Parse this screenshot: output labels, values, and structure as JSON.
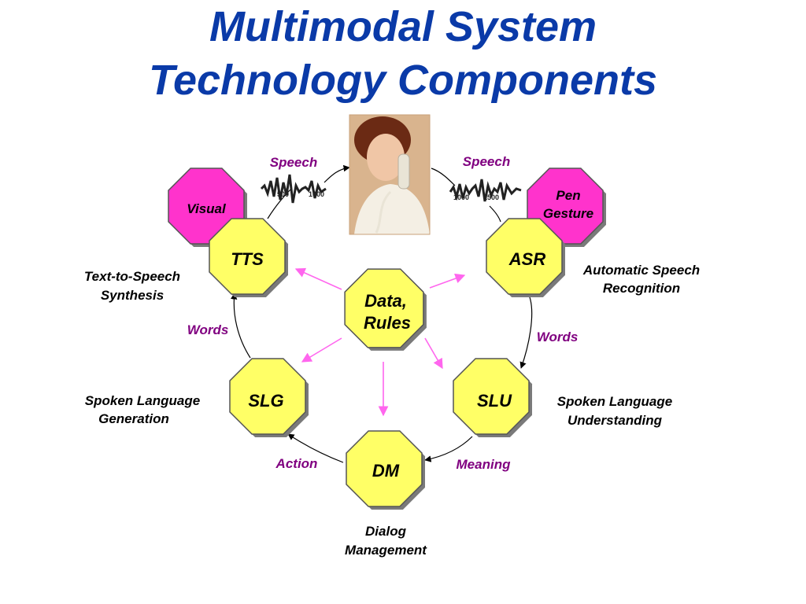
{
  "title": {
    "line1": "Multimodal System",
    "line2": "Technology Components"
  },
  "photo": {
    "description": "woman-on-phone"
  },
  "nodes": {
    "visual": "Visual",
    "pen_line1": "Pen",
    "pen_line2": "Gesture",
    "tts": "TTS",
    "asr": "ASR",
    "data_line1": "Data,",
    "data_line2": "Rules",
    "slg": "SLG",
    "slu": "SLU",
    "dm": "DM"
  },
  "descriptions": {
    "tts_line1": "Text-to-Speech",
    "tts_line2": "Synthesis",
    "asr_line1": "Automatic Speech",
    "asr_line2": "Recognition",
    "slg_line1": "Spoken Language",
    "slg_line2": "Generation",
    "slu_line1": "Spoken Language",
    "slu_line2": "Understanding",
    "dm_line1": "Dialog",
    "dm_line2": "Management"
  },
  "flow_labels": {
    "speech_left": "Speech",
    "speech_right": "Speech",
    "words_left": "Words",
    "words_right": "Words",
    "action": "Action",
    "meaning": "Meaning"
  },
  "waveform_ticks": {
    "left_a": "500",
    "left_b": "1000",
    "right_a": "1000",
    "right_b": "1500"
  },
  "colors": {
    "title": "#0a3aa8",
    "yellow_node": "#ffff66",
    "magenta_node": "#ff33cc",
    "flow_label": "#800080",
    "data_arrow": "#ff66ee"
  }
}
